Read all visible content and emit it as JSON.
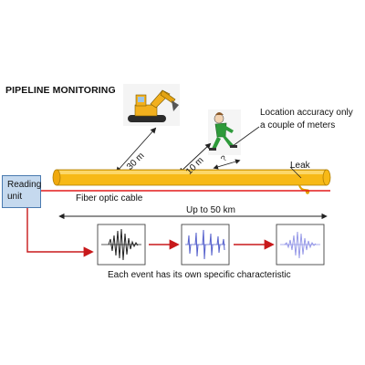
{
  "title": "PIPELINE  MONITORING",
  "reading_unit": {
    "line1": "Reading",
    "line2": "unit"
  },
  "location_note": {
    "line1": "Location accuracy only",
    "line2": "a couple of meters"
  },
  "distances": {
    "excavator": "30 m",
    "walker": "10 m",
    "unknown": "?"
  },
  "leak_label": "Leak",
  "cable_label": "Fiber optic cable",
  "range_label": "Up to 50 km",
  "caption": "Each event has its own specific characteristic",
  "colors": {
    "pipe": "#f7b917",
    "cable": "#e31b1b",
    "arrow": "#c8191b",
    "reading_unit_fill": "#c5d9ee",
    "signal_1": "#222222",
    "signal_2": "#5560cc",
    "signal_3": "#8f92e6"
  },
  "icons": [
    "excavator-icon",
    "walking-person-icon",
    "leak-drip-icon"
  ]
}
